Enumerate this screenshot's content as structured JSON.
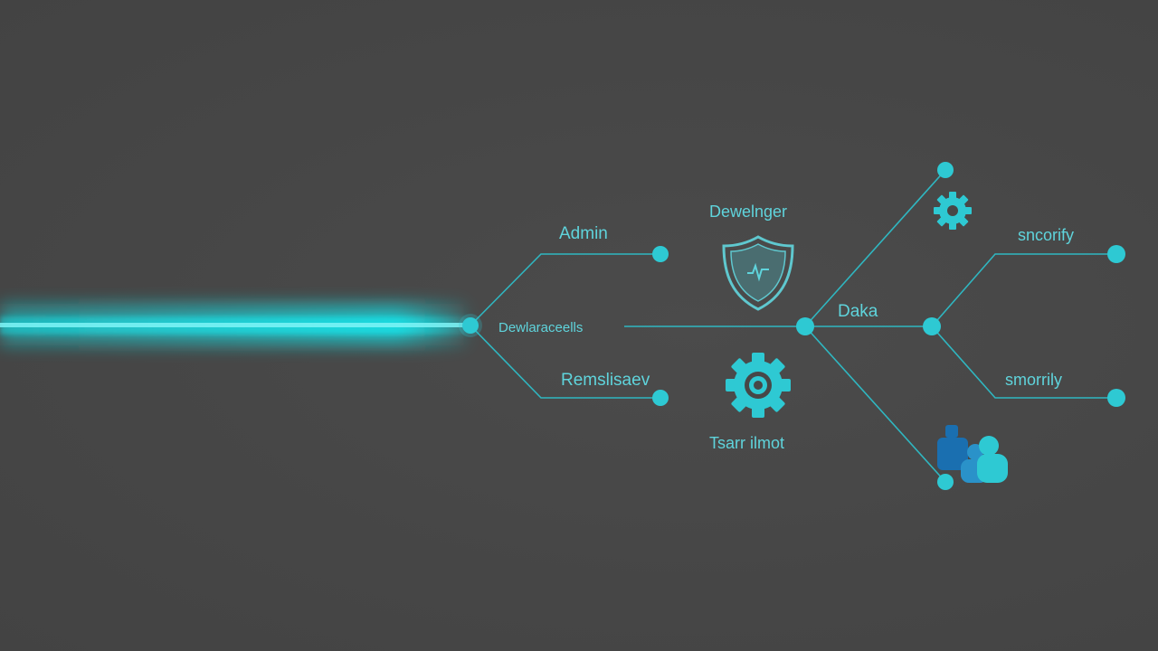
{
  "colors": {
    "background": "#474747",
    "accent": "#2ec9d3",
    "accent_glow": "#19e0e6",
    "label": "#5fd4dc",
    "icon_blue": "#1a6fb0"
  },
  "labels": {
    "admin": "Admin",
    "deweloper": "Dewelnger",
    "developers_center": "Dewlaraceells",
    "developer_low": "Remslisaev",
    "team_host": "Tsarr ilmot",
    "data": "Daka",
    "security_top": "sncorify",
    "security_bottom": "smorrily"
  },
  "icons": {
    "shield": "shield-icon",
    "center_gear": "gear-icon",
    "top_gear": "gear-icon",
    "users": "users-icon"
  }
}
